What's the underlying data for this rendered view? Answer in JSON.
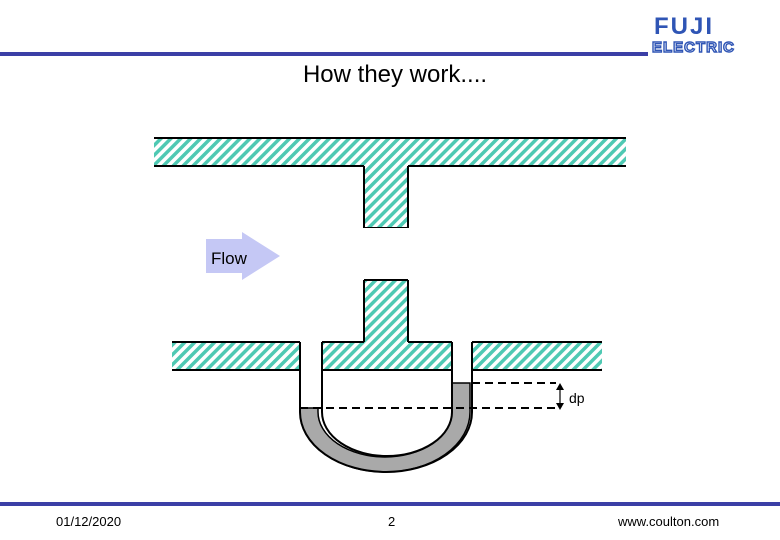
{
  "header": {
    "title": "How they work....",
    "logo": {
      "line1": "FUJI",
      "line2": "ELECTRIC",
      "color": "#2f55b5"
    },
    "rule_color": "#3b3fa6"
  },
  "diagram": {
    "flow_label": "Flow",
    "dp_label": "dp",
    "pipe_color": "#4fc9b3",
    "fluid_color": "#a9a9a9",
    "arrow_color": "#c5c8f5"
  },
  "footer": {
    "date": "01/12/2020",
    "page": "2",
    "url": "www.coulton.com"
  }
}
